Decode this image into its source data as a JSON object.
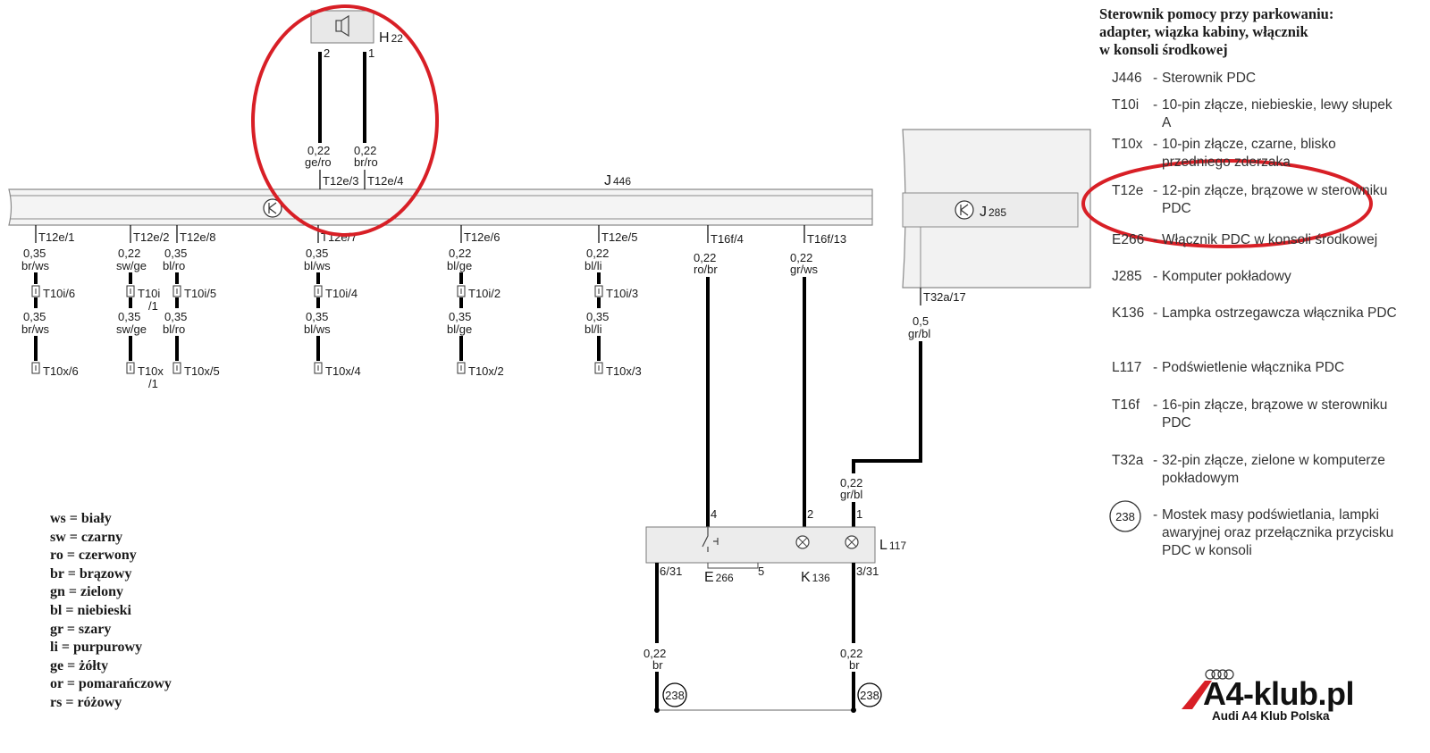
{
  "legend": {
    "title_lines": [
      "Sterownik pomocy przy parkowaniu:",
      "adapter, wiązka kabiny, włącznik",
      "w konsoli środkowej"
    ],
    "items": [
      {
        "code": "J446",
        "desc": "Sterownik PDC"
      },
      {
        "code": "T10i",
        "desc": "10-pin złącze, niebieskie, lewy słupek A"
      },
      {
        "code": "T10x",
        "desc": "10-pin złącze, czarne, blisko przedniego zderzaka"
      },
      {
        "code": "T12e",
        "desc": "12-pin złącze, brązowe w sterowniku PDC"
      },
      {
        "code": "E266",
        "desc": "Włącznik PDC w konsoli środkowej"
      },
      {
        "code": "J285",
        "desc": "Komputer pokładowy"
      },
      {
        "code": "K136",
        "desc": "Lampka ostrzegawcza włącznika PDC"
      },
      {
        "code": "L117",
        "desc": "Podświetlenie włącznika PDC"
      },
      {
        "code": "T16f",
        "desc": "16-pin złącze, brązowe w sterowniku PDC"
      },
      {
        "code": "T32a",
        "desc": "32-pin złącze, zielone w komputerze pokładowym"
      },
      {
        "code": "238",
        "desc": "Mostek masy podświetlania, lampki awaryjnej oraz przełącznika przycisku PDC w konsoli"
      }
    ]
  },
  "colors_legend": [
    "ws = biały",
    "sw = czarny",
    "ro = czerwony",
    "br = brązowy",
    "gn = zielony",
    "bl = niebieski",
    "gr = szary",
    "li = purpurowy",
    "ge = żółty",
    "or = pomarańczowy",
    "rs = różowy"
  ],
  "components": {
    "h22": {
      "letter": "H",
      "sub": "22"
    },
    "j446": {
      "letter": "J",
      "sub": "446"
    },
    "j285": {
      "letter": "J",
      "sub": "285"
    },
    "l117": {
      "letter": "L",
      "sub": "117"
    },
    "e266": {
      "letter": "E",
      "sub": "266"
    },
    "k136": {
      "letter": "K",
      "sub": "136"
    }
  },
  "h22_wires": [
    {
      "pin": "2",
      "size": "0,22",
      "color": "ge/ro",
      "conn": "T12e/3"
    },
    {
      "pin": "1",
      "size": "0,22",
      "color": "br/ro",
      "conn": "T12e/4"
    }
  ],
  "j446_branches": [
    {
      "t12e": "T12e/1",
      "size1": "0,35",
      "color1": "br/ws",
      "t10i": "T10i/6",
      "size2": "0,35",
      "color2": "br/ws",
      "t10x": "T10x/6"
    },
    {
      "t12e": "T12e/2",
      "size1": "0,22",
      "color1": "sw/ge",
      "t10i": "T10i",
      "t10i_b": "/1",
      "size2": "0,35",
      "color2": "sw/ge",
      "t10x": "T10x",
      "t10x_b": "/1"
    },
    {
      "t12e": "T12e/8",
      "size1": "0,35",
      "color1": "bl/ro",
      "t10i": "T10i/5",
      "size2": "0,35",
      "color2": "bl/ro",
      "t10x": "T10x/5"
    },
    {
      "t12e": "T12e/7",
      "size1": "0,35",
      "color1": "bl/ws",
      "t10i": "T10i/4",
      "size2": "0,35",
      "color2": "bl/ws",
      "t10x": "T10x/4"
    },
    {
      "t12e": "T12e/6",
      "size1": "0,22",
      "color1": "bl/ge",
      "t10i": "T10i/2",
      "size2": "0,35",
      "color2": "bl/ge",
      "t10x": "T10x/2"
    },
    {
      "t12e": "T12e/5",
      "size1": "0,22",
      "color1": "bl/li",
      "t10i": "T10i/3",
      "size2": "0,35",
      "color2": "bl/li",
      "t10x": "T10x/3"
    }
  ],
  "t16f_wires": [
    {
      "conn": "T16f/4",
      "size": "0,22",
      "color": "ro/br",
      "pin": "4"
    },
    {
      "conn": "T16f/13",
      "size": "0,22",
      "color": "gr/ws",
      "pin": "2"
    }
  ],
  "j285_wire": {
    "conn": "T32a/17",
    "size": "0,5",
    "color": "gr/bl",
    "size2": "0,22",
    "color2": "gr/bl",
    "pin": "1"
  },
  "switch_labels": {
    "p631": "6/31",
    "p5": "5",
    "p331": "3/31"
  },
  "ground_wires": [
    {
      "size": "0,22",
      "color": "br",
      "node": "238"
    },
    {
      "size": "0,22",
      "color": "br",
      "node": "238"
    }
  ],
  "brand": {
    "name": "A4-klub.pl",
    "sub": "Audi A4 Klub Polska"
  },
  "highlight_color": "#d81f26"
}
